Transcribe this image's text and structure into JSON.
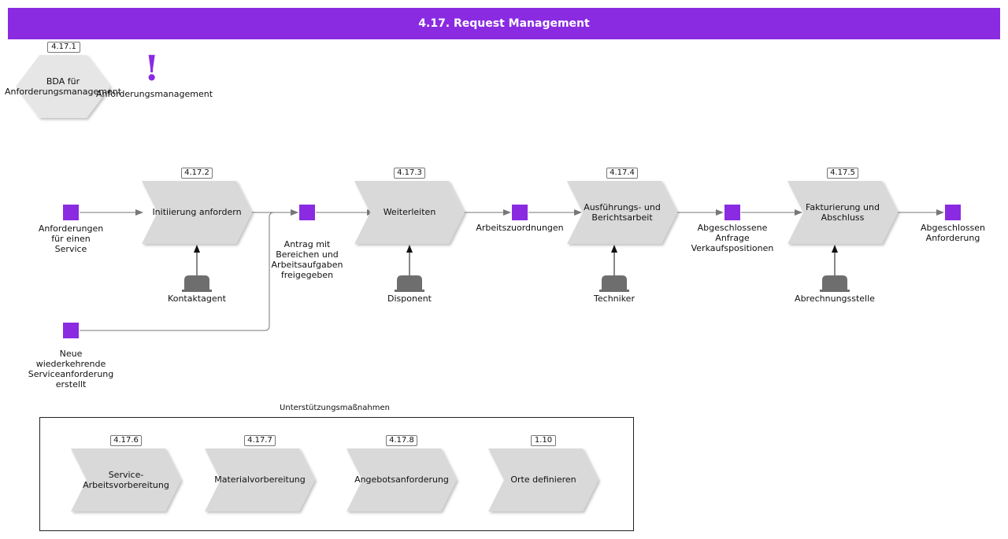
{
  "title": "4.17. Request Management",
  "bda": {
    "id": "4.17.1",
    "label": "BDA für\nAnforderungsmanagement"
  },
  "exclaim": {
    "label": "Anforderungsmanagement"
  },
  "processes": [
    {
      "id": "4.17.2",
      "label": "Initiierung anfordern"
    },
    {
      "id": "4.17.3",
      "label": "Weiterleiten"
    },
    {
      "id": "4.17.4",
      "label": "Ausführungs- und\nBerichtsarbeit"
    },
    {
      "id": "4.17.5",
      "label": "Fakturierung und\nAbschluss"
    }
  ],
  "events": [
    "Anforderungen\nfür einen\nService",
    "Antrag mit\nBereichen und\nArbeitsaufgaben\nfreigegeben",
    "Arbeitszuordnungen",
    "Abgeschlossene\nAnfrage\nVerkaufspositionen",
    "Abgeschlossen\nAnforderung",
    "Neue\nwiederkehrende\nServiceanforderung\nerstellt"
  ],
  "roles": [
    "Kontaktagent",
    "Disponent",
    "Techniker",
    "Abrechnungsstelle"
  ],
  "support": {
    "title": "Unterstützungsmaßnahmen",
    "items": [
      {
        "id": "4.17.6",
        "label": "Service-\nArbeitsvorbereitung"
      },
      {
        "id": "4.17.7",
        "label": "Materialvorbereitung"
      },
      {
        "id": "4.17.8",
        "label": "Angebotsanforderung"
      },
      {
        "id": "1.10",
        "label": "Orte definieren"
      }
    ]
  },
  "colors": {
    "accent": "#8a2be2",
    "process_fill": "#d9d9d9",
    "role_fill": "#6e6e6e"
  }
}
